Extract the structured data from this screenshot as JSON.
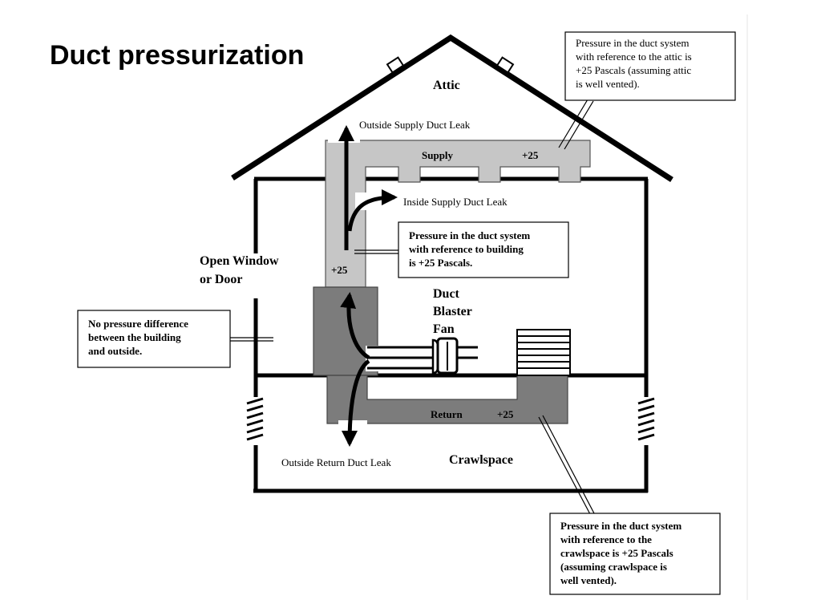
{
  "title": "Duct pressurization",
  "labels": {
    "attic": "Attic",
    "crawlspace": "Crawlspace",
    "supply": "Supply",
    "supply_pressure": "+25",
    "riser_pressure": "+25",
    "return": "Return",
    "return_pressure": "+25",
    "open_window": [
      "Open Window",
      "or Door"
    ],
    "fan": [
      "Duct",
      "Blaster",
      "Fan"
    ],
    "outside_supply_leak": "Outside Supply Duct Leak",
    "inside_supply_leak": "Inside Supply Duct Leak",
    "outside_return_leak": "Outside Return Duct Leak"
  },
  "callouts": {
    "attic": [
      "Pressure in the duct system",
      "with reference to the attic is",
      "+25 Pascals (assuming attic",
      "is well vented)."
    ],
    "building": [
      "Pressure in the duct system",
      "with reference to building",
      "is +25 Pascals."
    ],
    "outside": [
      "No pressure difference",
      "between the building",
      "and outside."
    ],
    "crawlspace": [
      "Pressure in the duct system",
      "with reference to the",
      "crawlspace is +25 Pascals",
      "(assuming crawlspace is",
      "well vented)."
    ]
  }
}
